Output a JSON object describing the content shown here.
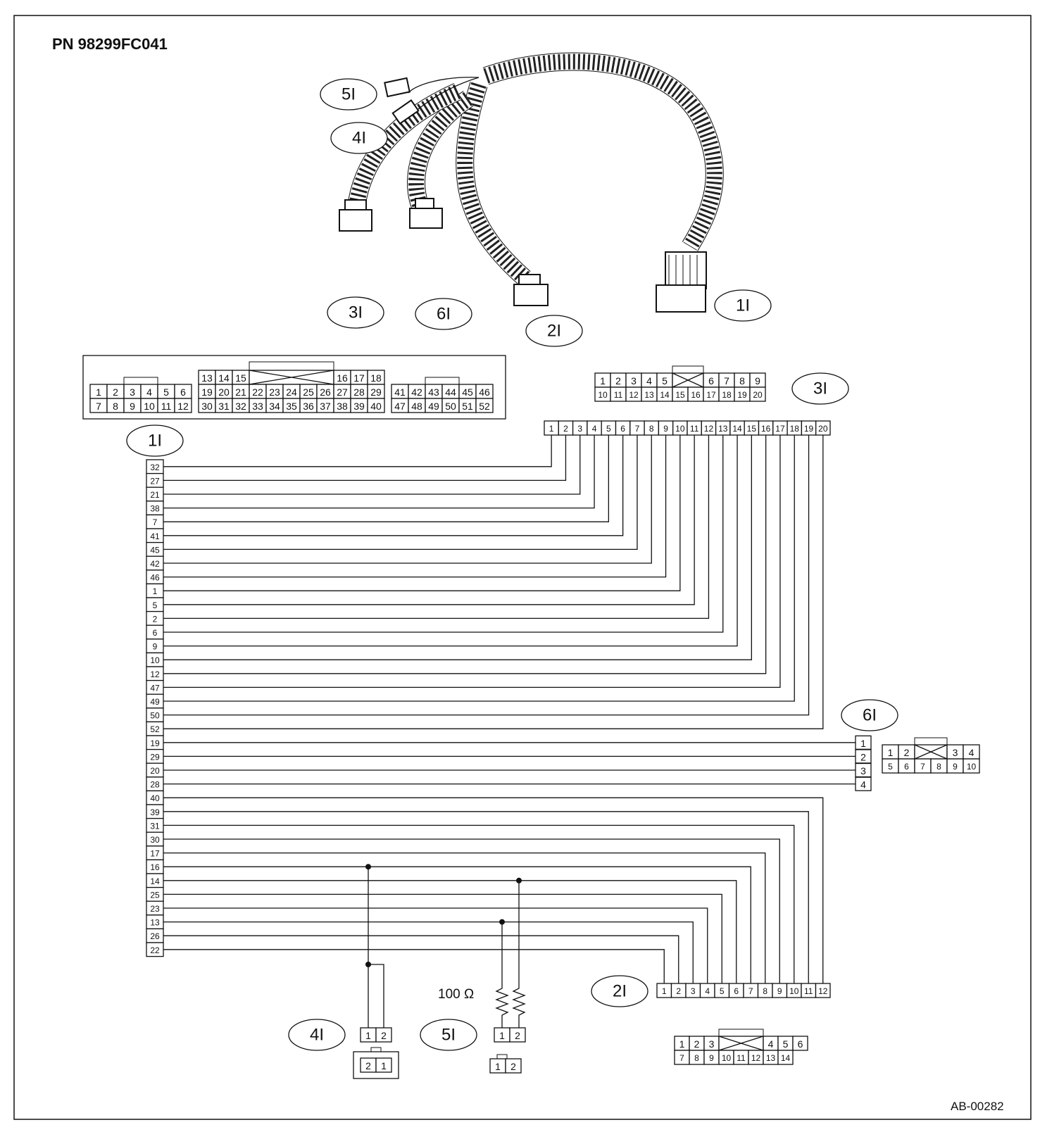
{
  "part_number": "PN 98299FC041",
  "figure_code": "AB-00282",
  "resistor_label": "100 Ω",
  "harness_labels": [
    "5I",
    "4I",
    "3I",
    "6I",
    "2I",
    "1I"
  ],
  "connectors": {
    "c1": {
      "label": "1I",
      "row_top": [
        "13",
        "14",
        "15",
        "16",
        "17",
        "18"
      ],
      "row_mid": [
        "1",
        "2",
        "3",
        "4",
        "5",
        "6",
        "19",
        "20",
        "21",
        "22",
        "23",
        "24",
        "25",
        "26",
        "27",
        "28",
        "29",
        "41",
        "42",
        "43",
        "44",
        "45",
        "46"
      ],
      "row_bot": [
        "7",
        "8",
        "9",
        "10",
        "11",
        "12",
        "30",
        "31",
        "32",
        "33",
        "34",
        "35",
        "36",
        "37",
        "38",
        "39",
        "40",
        "47",
        "48",
        "49",
        "50",
        "51",
        "52"
      ]
    },
    "c3": {
      "label": "3I",
      "row_top": [
        "1",
        "2",
        "3",
        "4",
        "5",
        "6",
        "7",
        "8",
        "9"
      ],
      "row_bot": [
        "10",
        "11",
        "12",
        "13",
        "14",
        "15",
        "16",
        "17",
        "18",
        "19",
        "20"
      ],
      "strip": [
        "1",
        "2",
        "3",
        "4",
        "5",
        "6",
        "7",
        "8",
        "9",
        "10",
        "11",
        "12",
        "13",
        "14",
        "15",
        "16",
        "17",
        "18",
        "19",
        "20"
      ]
    },
    "c6": {
      "label": "6I",
      "strip": [
        "1",
        "2",
        "3",
        "4"
      ],
      "row_top": [
        "1",
        "2",
        "3",
        "4"
      ],
      "row_bot": [
        "5",
        "6",
        "7",
        "8",
        "9",
        "10"
      ]
    },
    "c2": {
      "label": "2I",
      "strip": [
        "1",
        "2",
        "3",
        "4",
        "5",
        "6",
        "7",
        "8",
        "9",
        "10",
        "11",
        "12"
      ],
      "row_top": [
        "1",
        "2",
        "3",
        "4",
        "5",
        "6"
      ],
      "row_bot": [
        "7",
        "8",
        "9",
        "10",
        "11",
        "12",
        "13",
        "14"
      ]
    },
    "c4": {
      "label": "4I",
      "strip": [
        "1",
        "2"
      ],
      "face": [
        "2",
        "1"
      ]
    },
    "c5": {
      "label": "5I",
      "strip": [
        "1",
        "2"
      ],
      "face": [
        "1",
        "2"
      ]
    }
  },
  "left_pins": [
    "32",
    "27",
    "21",
    "38",
    "7",
    "41",
    "45",
    "42",
    "46",
    "1",
    "5",
    "2",
    "6",
    "9",
    "10",
    "12",
    "47",
    "49",
    "50",
    "52",
    "19",
    "29",
    "20",
    "28",
    "40",
    "39",
    "31",
    "30",
    "17",
    "16",
    "14",
    "25",
    "23",
    "13",
    "26",
    "22"
  ]
}
